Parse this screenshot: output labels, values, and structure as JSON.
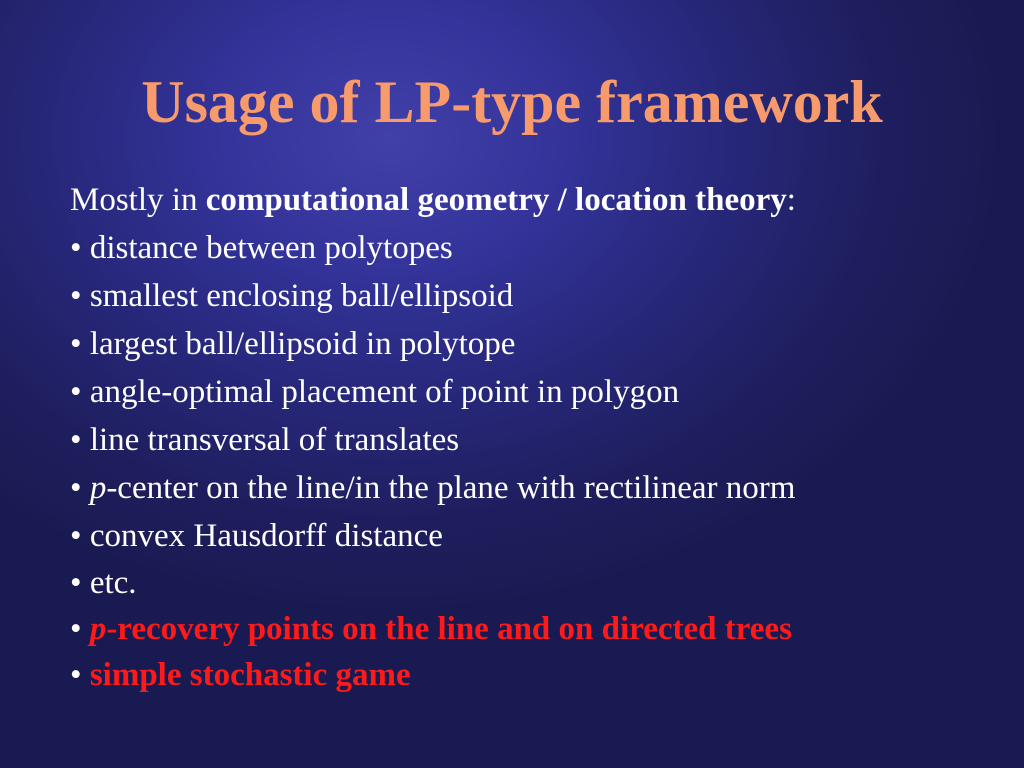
{
  "slide": {
    "title": "Usage of LP-type framework",
    "intro": {
      "prefix": "Mostly in ",
      "emphasis": "computational geometry / location theory",
      "suffix": ":"
    },
    "bullet_symbol": "• ",
    "bullets": [
      "distance between polytopes",
      "smallest enclosing ball/ellipsoid",
      "largest ball/ellipsoid in polytope",
      "angle-optimal placement of point in polygon",
      "line transversal of translates"
    ],
    "p_center": {
      "italic": "p",
      "rest": "-center on the line/in the plane with rectilinear norm"
    },
    "bullets_after": [
      "convex Hausdorff distance",
      "etc."
    ],
    "highlight_1": {
      "italic": "p",
      "rest": "-recovery points on the line and on directed trees"
    },
    "highlight_2": "simple stochastic game",
    "colors": {
      "title": "#f79a6c",
      "text": "#ffffff",
      "highlight": "#ff1a1a",
      "background": "#2c2c88"
    }
  }
}
